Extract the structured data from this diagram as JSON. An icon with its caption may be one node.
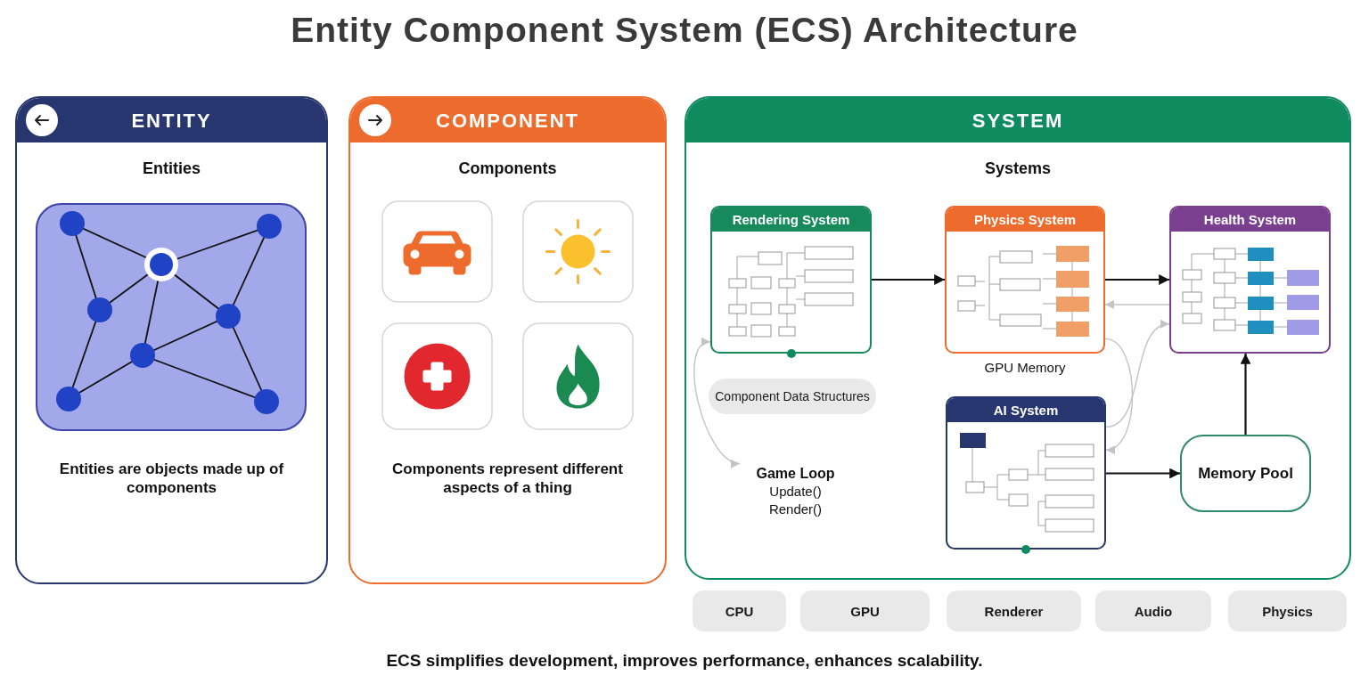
{
  "diagram": {
    "title": "Entity Component System (ECS) Architecture",
    "caption": "ECS simplifies development, improves performance, enhances scalability.",
    "nodes": [
      {
        "text": [
          "ENTITY",
          "Entities",
          "Entities are objects made up of components"
        ]
      },
      {
        "text": [
          "COMPONENT",
          "Components",
          "Components represent different aspects of a thing"
        ]
      },
      {
        "text": [
          "SYSTEM",
          "Systems"
        ]
      },
      {
        "text": [
          "Rendering System"
        ],
        "in": 2
      },
      {
        "text": [
          "Physics System"
        ],
        "in": 2,
        "beside": [
          "GPU Memory"
        ]
      },
      {
        "text": [
          "Health System"
        ],
        "in": 2
      },
      {
        "text": [
          "Component Data Structures"
        ],
        "in": 2
      },
      {
        "text": [
          "Game Loop",
          "Update()",
          "Render()"
        ],
        "in": 2
      },
      {
        "text": [
          "AI System"
        ],
        "in": 2
      },
      {
        "text": [
          "Memory Pool"
        ],
        "in": 2
      },
      {
        "text": [
          "CPU"
        ]
      },
      {
        "text": [
          "GPU"
        ]
      },
      {
        "text": [
          "Renderer"
        ]
      },
      {
        "text": [
          "Audio"
        ]
      },
      {
        "text": [
          "Physics"
        ]
      }
    ],
    "edges": [
      {
        "from": 3,
        "to": 4,
        "arrow": "to"
      },
      {
        "from": 4,
        "to": 5,
        "arrow": "to"
      },
      {
        "from": 8,
        "to": 9,
        "arrow": "to"
      },
      {
        "from": 9,
        "to": 5,
        "arrow": "to"
      },
      {
        "from": 5,
        "to": 4,
        "arrow": "to",
        "color": "#c4c4c4"
      },
      {
        "from": 4,
        "to": 8,
        "arrow": "to",
        "color": "#c4c4c4"
      },
      {
        "from": 8,
        "to": 5,
        "arrow": "to",
        "color": "#c4c4c4"
      },
      {
        "from": 3,
        "to": 7,
        "arrow": "both",
        "color": "#c4c4c4"
      }
    ]
  }
}
